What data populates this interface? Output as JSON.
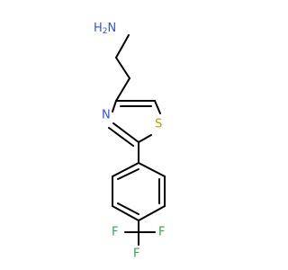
{
  "molecule": {
    "atoms": {
      "amine_h": "H",
      "amine_sub": "2",
      "amine_n": "N",
      "ring_n": "N",
      "ring_s": "S",
      "f_left": "F",
      "f_center": "F",
      "f_right": "F"
    },
    "colors": {
      "bond": "#000000",
      "nitrogen": "#3050F8",
      "sulfur": "#B5A000",
      "fluorine": "#2FA84F"
    }
  }
}
